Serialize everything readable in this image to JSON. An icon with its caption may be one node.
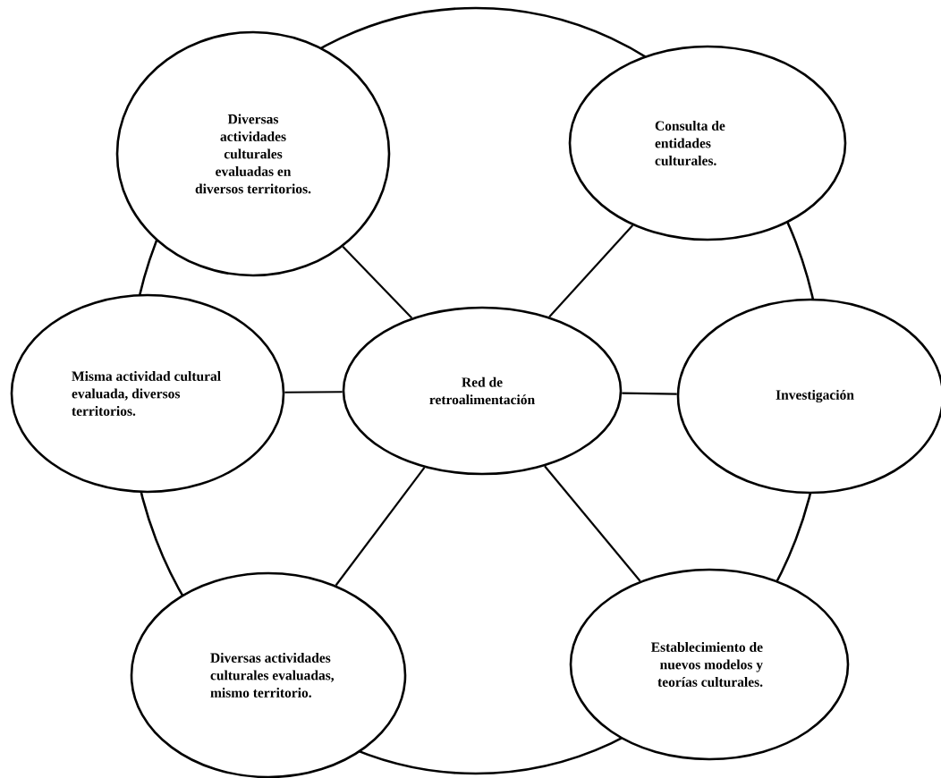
{
  "diagram": {
    "nodes": [
      {
        "text": [
          "Diversas actividades culturales evaluadas en diversos territorios."
        ]
      },
      {
        "text": [
          "Consulta de entidades culturales."
        ]
      },
      {
        "text": [
          "Misma actividad cultural evaluada, diversos territorios."
        ]
      },
      {
        "text": [
          "Red de retroalimentación"
        ]
      },
      {
        "text": [
          "Investigación"
        ]
      },
      {
        "text": [
          "Diversas actividades culturales evaluadas, mismo territorio."
        ]
      },
      {
        "text": [
          "Establecimiento de nuevos modelos y teorías culturales."
        ]
      }
    ],
    "edges": [
      {
        "from": 3,
        "to": 0,
        "arrow": "none"
      },
      {
        "from": 3,
        "to": 1,
        "arrow": "none"
      },
      {
        "from": 3,
        "to": 2,
        "arrow": "none"
      },
      {
        "from": 3,
        "to": 4,
        "arrow": "none"
      },
      {
        "from": 3,
        "to": 5,
        "arrow": "none"
      },
      {
        "from": 3,
        "to": 6,
        "arrow": "none"
      }
    ]
  }
}
